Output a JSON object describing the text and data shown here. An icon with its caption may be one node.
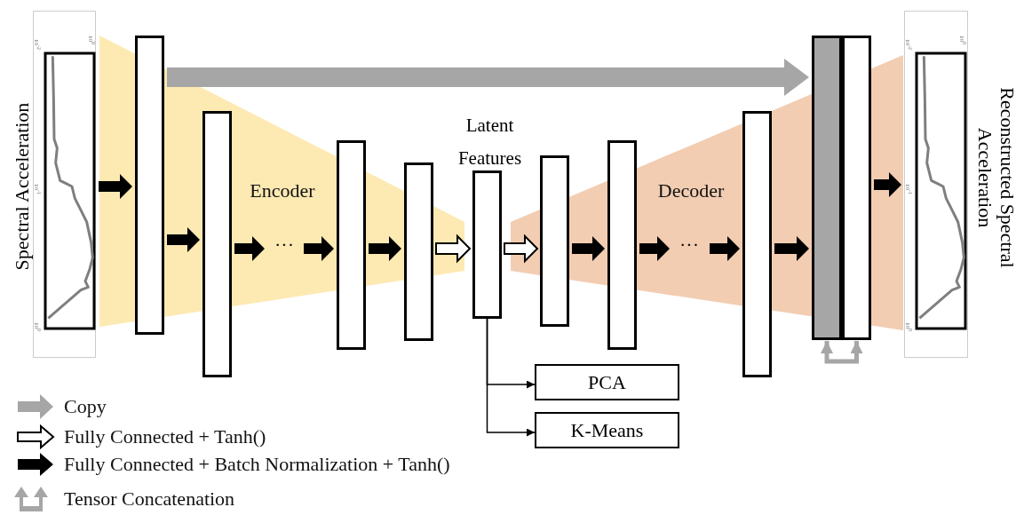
{
  "diagram": {
    "nodes": [
      {
        "text": [],
        "shape": "picture",
        "beside": [
          "Spectral Acceleration"
        ]
      },
      {
        "text": [],
        "shape": "box"
      },
      {
        "text": [],
        "shape": "box"
      },
      {
        "text": [],
        "shape": "box"
      },
      {
        "text": [],
        "shape": "box"
      },
      {
        "text": [
          "Latent Features"
        ]
      },
      {
        "text": [],
        "shape": "box"
      },
      {
        "text": [],
        "shape": "box"
      },
      {
        "text": [],
        "shape": "box"
      },
      {
        "text": [],
        "shape": "box"
      },
      {
        "text": [],
        "shape": "box"
      },
      {
        "text": [],
        "shape": "picture",
        "beside": [
          "Reconstructed Spectral Acceleration"
        ]
      },
      {
        "text": [
          "PCA"
        ]
      },
      {
        "text": [
          "K-Means"
        ]
      }
    ],
    "edges": [
      {
        "from": 0,
        "to": 1,
        "arrow": "to",
        "style": "thick"
      },
      {
        "from": 1,
        "to": 2,
        "arrow": "to",
        "style": "thick"
      },
      {
        "from": 2,
        "to": null,
        "arrow": "to",
        "style": "thick"
      },
      {
        "from": null,
        "to": 3,
        "arrow": "to",
        "style": "thick"
      },
      {
        "from": 3,
        "to": 4,
        "arrow": "to",
        "style": "thick"
      },
      {
        "from": 4,
        "to": 5,
        "arrow": "to",
        "style": "thick",
        "color": "#ffffff"
      },
      {
        "from": 5,
        "to": 6,
        "arrow": "to",
        "style": "thick",
        "color": "#ffffff"
      },
      {
        "from": 6,
        "to": 7,
        "arrow": "to",
        "style": "thick"
      },
      {
        "from": 7,
        "to": null,
        "arrow": "to",
        "style": "thick"
      },
      {
        "from": null,
        "to": 8,
        "arrow": "to",
        "style": "thick"
      },
      {
        "from": 8,
        "to": 9,
        "arrow": "to",
        "style": "thick"
      },
      {
        "from": 10,
        "to": 11,
        "arrow": "to",
        "style": "thick"
      },
      {
        "from": 1,
        "to": 9,
        "arrow": "to",
        "style": "thick",
        "color": "#a6a6a6"
      },
      {
        "from": 9,
        "to": 10,
        "arrow": "both",
        "style": "thick",
        "color": "#a6a6a6"
      },
      {
        "from": 5,
        "to": 12,
        "arrow": "to"
      },
      {
        "from": 5,
        "to": 13,
        "arrow": "to"
      }
    ],
    "labels": [
      "10$^{-2}$",
      "10$^{0}$",
      "10$^{-1}$",
      "10$^{0}$",
      "Encoder",
      "···",
      "Decoder",
      "···",
      "10$^{-2}$",
      "10$^{0}$",
      "10$^{-1}$",
      "10$^{0}$"
    ],
    "legend": [
      {
        "text": "Copy"
      },
      {
        "text": "Fully Connected + Tanh()"
      },
      {
        "text": "Fully Connected + Batch Normalization + Tanh()"
      },
      {
        "text": "Tensor Concatenation"
      }
    ]
  }
}
